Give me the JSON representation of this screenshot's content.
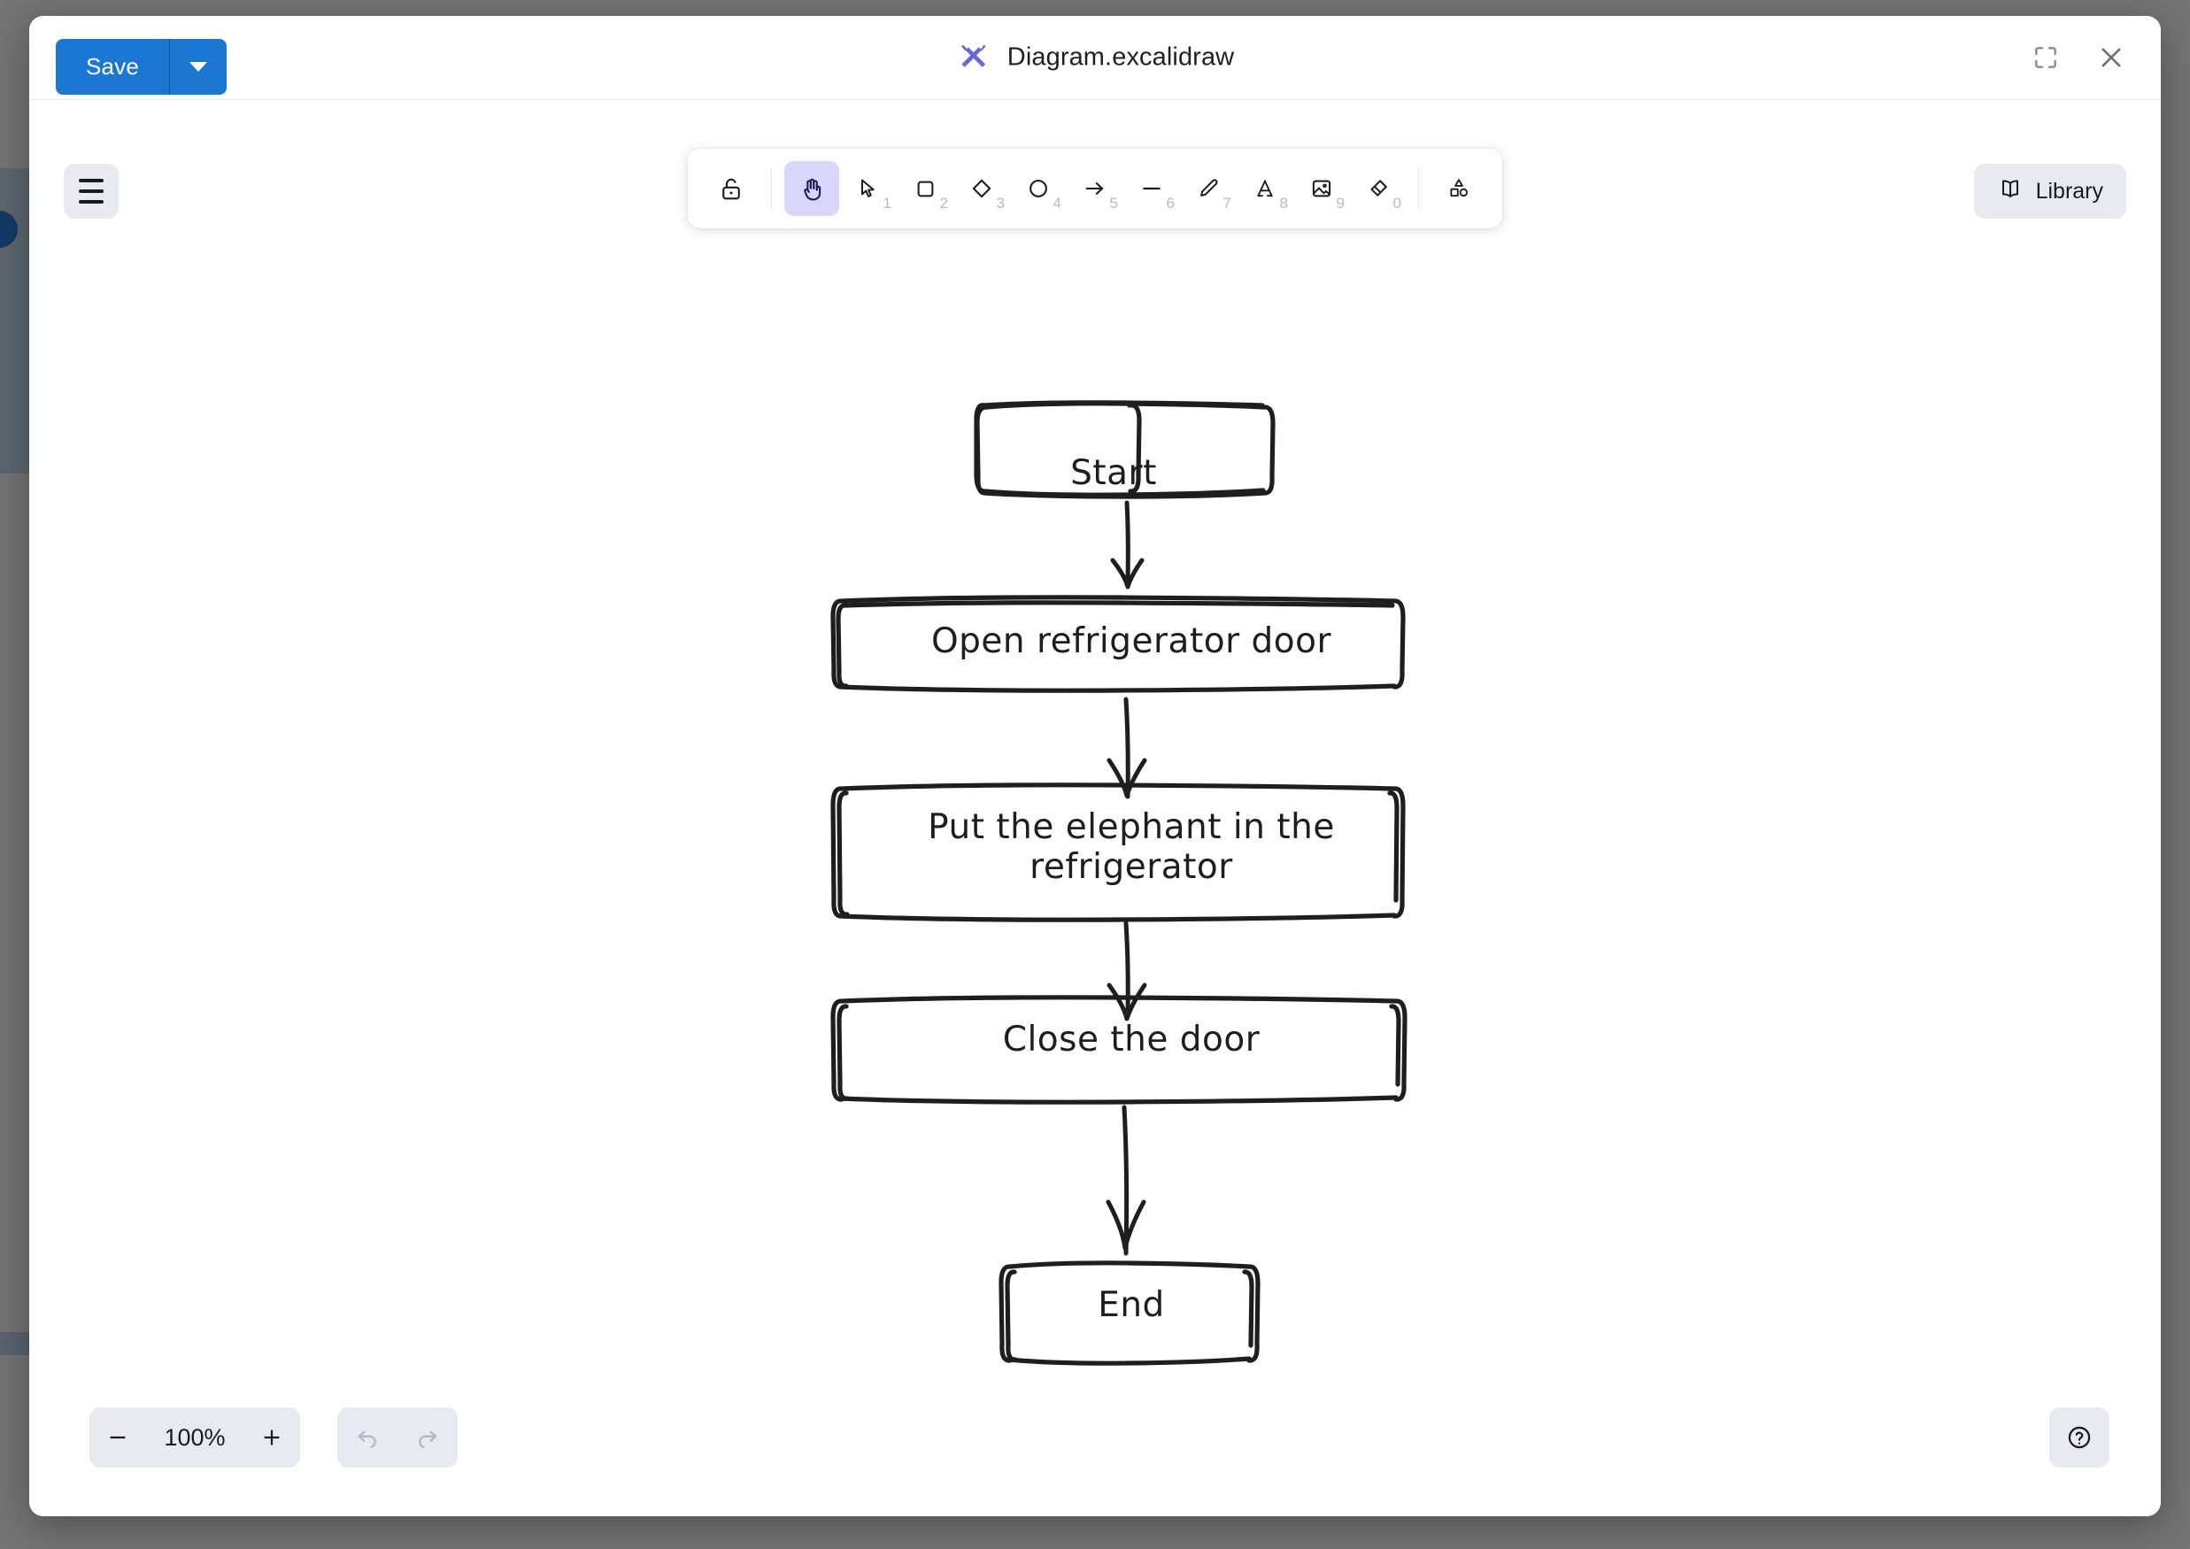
{
  "window": {
    "title": "Diagram.excalidraw",
    "logo_icon": "excalidraw-logo-icon",
    "fullscreen_icon": "fullscreen-icon",
    "close_icon": "close-icon"
  },
  "toolbar_top": {
    "save_label": "Save",
    "save_dropdown_icon": "chevron-down-icon"
  },
  "menu": {
    "hamburger_icon": "hamburger-menu-icon"
  },
  "tools": [
    {
      "name": "lock-tool",
      "icon": "unlock-icon",
      "key": "",
      "active": false
    },
    {
      "name": "hand-tool",
      "icon": "hand-icon",
      "key": "",
      "active": true
    },
    {
      "name": "selection-tool",
      "icon": "cursor-arrow-icon",
      "key": "1",
      "active": false
    },
    {
      "name": "rectangle-tool",
      "icon": "rectangle-icon",
      "key": "2",
      "active": false
    },
    {
      "name": "diamond-tool",
      "icon": "diamond-icon",
      "key": "3",
      "active": false
    },
    {
      "name": "ellipse-tool",
      "icon": "ellipse-icon",
      "key": "4",
      "active": false
    },
    {
      "name": "arrow-tool",
      "icon": "arrow-right-icon",
      "key": "5",
      "active": false
    },
    {
      "name": "line-tool",
      "icon": "line-icon",
      "key": "6",
      "active": false
    },
    {
      "name": "draw-tool",
      "icon": "pencil-icon",
      "key": "7",
      "active": false
    },
    {
      "name": "text-tool",
      "icon": "text-a-icon",
      "key": "8",
      "active": false
    },
    {
      "name": "image-tool",
      "icon": "image-icon",
      "key": "9",
      "active": false
    },
    {
      "name": "eraser-tool",
      "icon": "eraser-icon",
      "key": "0",
      "active": false
    },
    {
      "name": "shapes-tool",
      "icon": "shapes-icon",
      "key": "",
      "active": false
    }
  ],
  "library": {
    "label": "Library",
    "icon": "book-icon"
  },
  "footer": {
    "zoom_out_icon": "minus-icon",
    "zoom_value": "100%",
    "zoom_in_icon": "plus-icon",
    "undo_icon": "undo-icon",
    "redo_icon": "redo-icon",
    "help_icon": "question-mark-icon"
  },
  "colors": {
    "accent_blue": "#1b77d1",
    "active_tool_bg": "#d8d6fb",
    "logo_purple": "#6965db",
    "stroke": "#1e1e1e",
    "panel_bg": "#e9e9f1"
  },
  "diagram": {
    "nodes": [
      {
        "id": "start",
        "label": "Start"
      },
      {
        "id": "open-door",
        "label": "Open refrigerator door"
      },
      {
        "id": "put-elephant",
        "label": "Put the elephant in the\nrefrigerator"
      },
      {
        "id": "close-door",
        "label": "Close the door"
      },
      {
        "id": "end",
        "label": "End"
      }
    ],
    "connectors": [
      {
        "from": "start",
        "to": "open-door"
      },
      {
        "from": "open-door",
        "to": "put-elephant"
      },
      {
        "from": "put-elephant",
        "to": "close-door"
      },
      {
        "from": "close-door",
        "to": "end"
      }
    ]
  }
}
